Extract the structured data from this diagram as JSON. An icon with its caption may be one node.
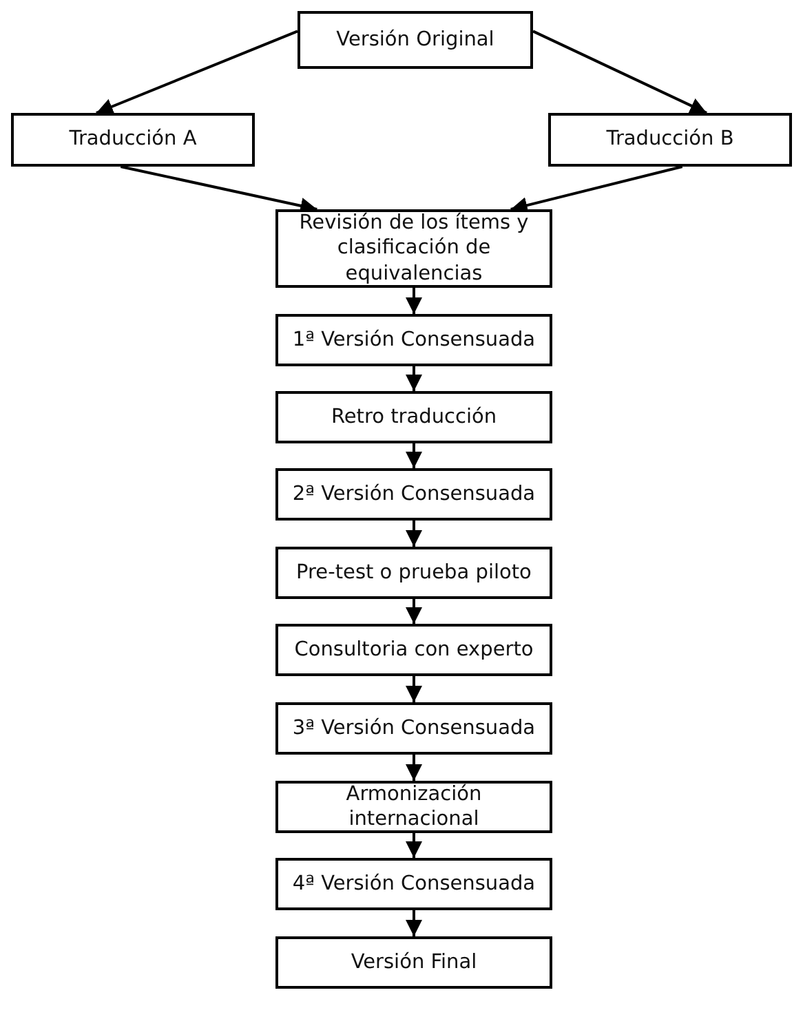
{
  "diagram": {
    "nodes": [
      {
        "text": [
          "Versión Original"
        ]
      },
      {
        "text": [
          "Traducción A"
        ]
      },
      {
        "text": [
          "Traducción B"
        ]
      },
      {
        "text": [
          "Revisión de los ítems y clasificación de equivalencias"
        ]
      },
      {
        "text": [
          "1ª Versión Consensuada"
        ]
      },
      {
        "text": [
          "Retro traducción"
        ]
      },
      {
        "text": [
          "2ª Versión Consensuada"
        ]
      },
      {
        "text": [
          "Pre-test o prueba piloto"
        ]
      },
      {
        "text": [
          "Consultoria con experto"
        ]
      },
      {
        "text": [
          "3ª Versión Consensuada"
        ]
      },
      {
        "text": [
          "Armonización internacional"
        ]
      },
      {
        "text": [
          "4ª Versión Consensuada"
        ]
      },
      {
        "text": [
          "Versión Final"
        ]
      }
    ],
    "edges": [
      {
        "from": 0,
        "to": 1,
        "arrow": "to"
      },
      {
        "from": 0,
        "to": 2,
        "arrow": "to"
      },
      {
        "from": 1,
        "to": 3,
        "arrow": "to"
      },
      {
        "from": 2,
        "to": 3,
        "arrow": "to"
      },
      {
        "from": 3,
        "to": 4,
        "arrow": "to"
      },
      {
        "from": 4,
        "to": 5,
        "arrow": "to"
      },
      {
        "from": 5,
        "to": 6,
        "arrow": "to"
      },
      {
        "from": 6,
        "to": 7,
        "arrow": "to"
      },
      {
        "from": 7,
        "to": 8,
        "arrow": "to"
      },
      {
        "from": 8,
        "to": 9,
        "arrow": "to"
      },
      {
        "from": 9,
        "to": 10,
        "arrow": "to"
      },
      {
        "from": 10,
        "to": 11,
        "arrow": "to"
      },
      {
        "from": 11,
        "to": 12,
        "arrow": "to"
      }
    ]
  }
}
